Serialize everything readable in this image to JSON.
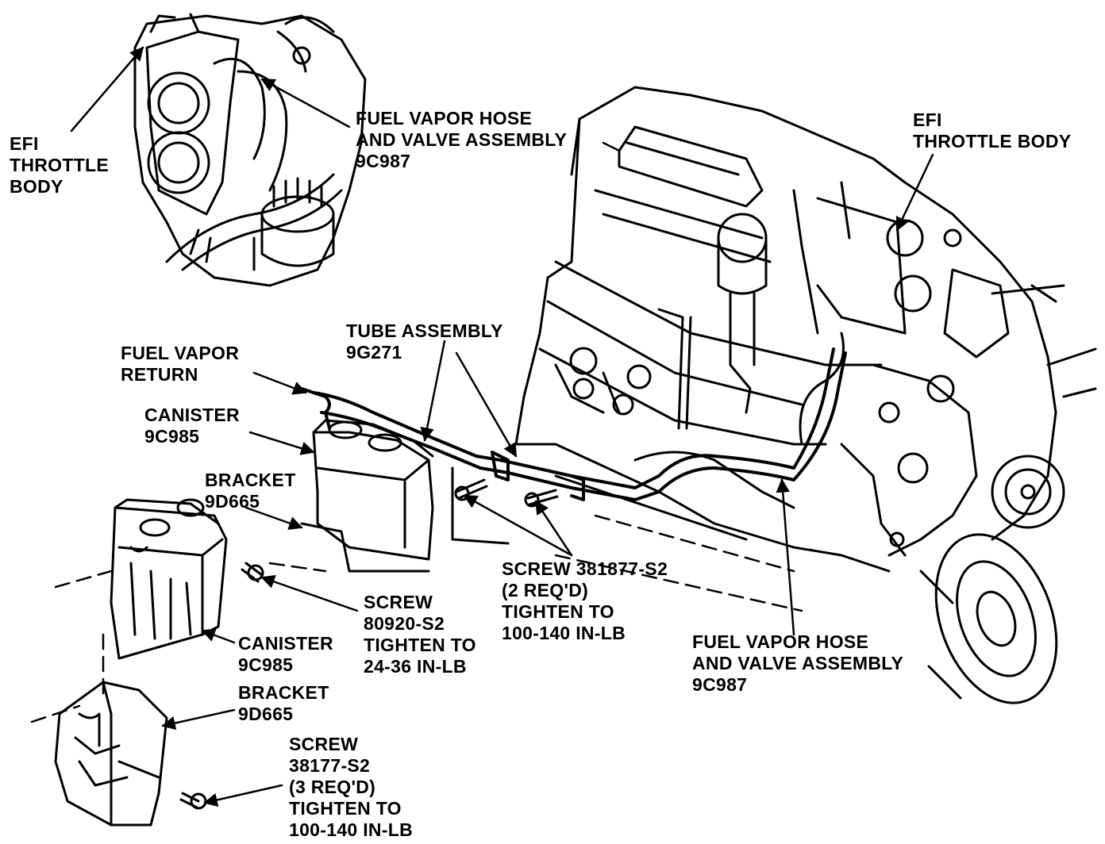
{
  "labels": {
    "efi_throttle_body_inset": [
      "EFI",
      "THROTTLE",
      "BODY"
    ],
    "fuel_vapor_hose_top": [
      "FUEL VAPOR HOSE",
      "AND VALVE ASSEMBLY",
      "9C987"
    ],
    "efi_throttle_body_main": [
      "EFI",
      "THROTTLE BODY"
    ],
    "tube_assembly": [
      "TUBE ASSEMBLY",
      "9G271"
    ],
    "fuel_vapor_return": [
      "FUEL VAPOR",
      "RETURN"
    ],
    "canister_upper": [
      "CANISTER",
      "9C985"
    ],
    "bracket_upper": [
      "BRACKET",
      "9D665"
    ],
    "screw_381877": [
      "SCREW 381877-S2",
      "(2 REQ'D)",
      "TIGHTEN TO",
      "100-140 IN-LB"
    ],
    "screw_80920": [
      "SCREW",
      "80920-S2",
      "TIGHTEN TO",
      "24-36 IN-LB"
    ],
    "canister_lower": [
      "CANISTER",
      "9C985"
    ],
    "bracket_lower": [
      "BRACKET",
      "9D665"
    ],
    "screw_38177": [
      "SCREW",
      "38177-S2",
      "(3 REQ'D)",
      "TIGHTEN TO",
      "100-140 IN-LB"
    ],
    "fuel_vapor_hose_bottom": [
      "FUEL VAPOR HOSE",
      "AND VALVE ASSEMBLY",
      "9C987"
    ]
  }
}
